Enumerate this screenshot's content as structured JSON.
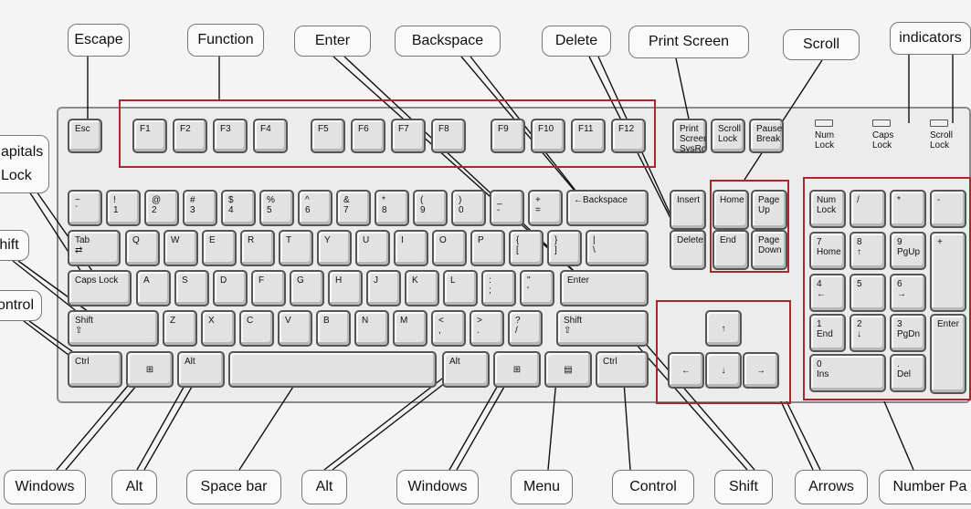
{
  "labels": {
    "escape": "Escape",
    "function": "Function",
    "enter": "Enter",
    "backspace": "Backspace",
    "delete": "Delete",
    "print_screen": "Print Screen",
    "scroll": "Scroll",
    "indicators": "indicators",
    "capitals_lock": "apitals\nLock",
    "shift_left": "hift",
    "control_left": "ontrol",
    "windows_left": "Windows",
    "alt_left": "Alt",
    "space_bar": "Space bar",
    "alt_right": "Alt",
    "windows_right": "Windows",
    "menu": "Menu",
    "control_right": "Control",
    "shift_right": "Shift",
    "arrows": "Arrows",
    "number_pad": "Number Pa"
  },
  "keys": {
    "esc": "Esc",
    "f1": "F1",
    "f2": "F2",
    "f3": "F3",
    "f4": "F4",
    "f5": "F5",
    "f6": "F6",
    "f7": "F7",
    "f8": "F8",
    "f9": "F9",
    "f10": "F10",
    "f11": "F11",
    "f12": "F12",
    "print_screen": "Print\nScreen\nSysRq",
    "scroll_lock": "Scroll\nLock",
    "pause": "Pause\nBreak",
    "tilde": "~\n`",
    "n1": "!\n1",
    "n2": "@\n2",
    "n3": "#\n3",
    "n4": "$\n4",
    "n5": "%\n5",
    "n6": "^\n6",
    "n7": "&\n7",
    "n8": "*\n8",
    "n9": "(\n9",
    "n0": ")\n0",
    "minus": "_\n-",
    "equals": "+\n=",
    "backspace": "←Backspace",
    "tab": "Tab\n⇄",
    "q": "Q",
    "w": "W",
    "e": "E",
    "r": "R",
    "t": "T",
    "y": "Y",
    "u": "U",
    "i": "I",
    "o": "O",
    "p": "P",
    "lbracket": "{\n[",
    "rbracket": "}\n]",
    "backslash": "|\n\\",
    "caps_lock": "Caps Lock",
    "a": "A",
    "s": "S",
    "d": "D",
    "f": "F",
    "g": "G",
    "h": "H",
    "j": "J",
    "k": "K",
    "l": "L",
    "semicolon": ":\n;",
    "quote": "\"\n'",
    "enter": "Enter",
    "shift_left": "Shift\n⇧",
    "z": "Z",
    "x": "X",
    "c": "C",
    "v": "V",
    "b": "B",
    "n": "N",
    "m": "M",
    "comma": "<\n,",
    "period": ">\n.",
    "slash": "?\n/",
    "shift_right": "Shift\n⇧",
    "ctrl_left": "Ctrl",
    "win_left": "⊞",
    "alt_left": "Alt",
    "space": "",
    "alt_right": "Alt",
    "win_right": "⊞",
    "menu": "▤",
    "ctrl_right": "Ctrl",
    "insert": "Insert",
    "home": "Home",
    "page_up": "Page\nUp",
    "delete": "Delete",
    "end": "End",
    "page_down": "Page\nDown",
    "up": "↑",
    "left": "←",
    "down": "↓",
    "right": "→",
    "num_lock": "Num\nLock",
    "num_slash": "/",
    "num_star": "*",
    "num_minus": "-",
    "num7": "7\nHome",
    "num8": "8\n↑",
    "num9": "9\nPgUp",
    "num_plus": "+",
    "num4": "4\n←",
    "num5": "5",
    "num6": "6\n→",
    "num1": "1\nEnd",
    "num2": "2\n↓",
    "num3": "3\nPgDn",
    "num_enter": "Enter",
    "num0": "0\nIns",
    "num_dot": ".\nDel"
  },
  "indicators": {
    "num_lock": "Num\nLock",
    "caps_lock": "Caps\nLock",
    "scroll_lock": "Scroll\nLock"
  },
  "colors": {
    "highlight_box": "#a8282e",
    "key_fill": "#e2e2e2",
    "key_border": "#555555"
  }
}
